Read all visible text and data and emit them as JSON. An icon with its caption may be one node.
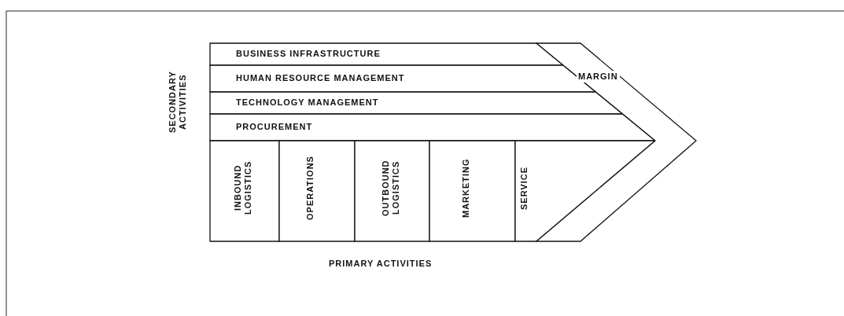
{
  "diagram": {
    "nodes": [
      {
        "text": [
          "BUSINESS INFRASTRUCTURE"
        ]
      },
      {
        "text": [
          "HUMAN RESOURCE MANAGEMENT"
        ]
      },
      {
        "text": [
          "TECHNOLOGY MANAGEMENT"
        ]
      },
      {
        "text": [
          "PROCUREMENT"
        ]
      },
      {
        "text": [
          "INBOUND LOGISTICS"
        ]
      },
      {
        "text": [
          "OPERATIONS"
        ]
      },
      {
        "text": [
          "OUTBOUND LOGISTICS"
        ]
      },
      {
        "text": [
          "MARKETING"
        ]
      },
      {
        "text": [
          "SERVICE"
        ]
      },
      {
        "text": [
          "MARGIN"
        ]
      }
    ],
    "edges": [],
    "labels": [
      "SECONDARY ACTIVITIES",
      "PRIMARY ACTIVITIES"
    ]
  }
}
